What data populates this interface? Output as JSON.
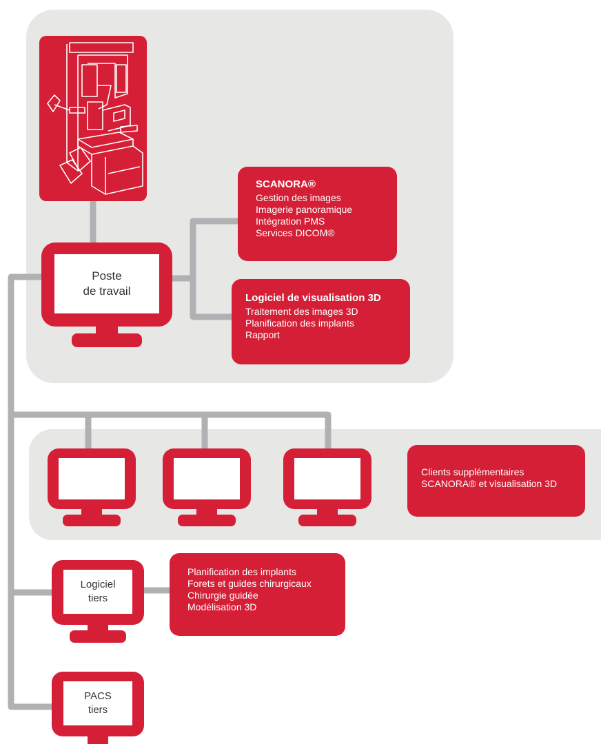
{
  "colors": {
    "accent_red": "#d51f36",
    "panel_gray": "#e7e7e6",
    "connector_gray": "#b0b1b3",
    "screen_text": "#333333"
  },
  "icons": {
    "machine": "dental-cbct-scanner-icon",
    "monitor": "computer-monitor-icon"
  },
  "workstation": {
    "line1": "Poste",
    "line2": "de travail"
  },
  "scanora_box": {
    "title": "SCANORA®",
    "lines": [
      "Gestion des images",
      "Imagerie panoramique",
      "Intégration PMS",
      "Services DICOM®"
    ]
  },
  "viewer_box": {
    "title": "Logiciel de visualisation 3D",
    "lines": [
      "Traitement des images 3D",
      "Planification des implants",
      "Rapport"
    ]
  },
  "clients_box": {
    "lines": [
      "Clients supplémentaires",
      "SCANORA® et visualisation 3D"
    ]
  },
  "third_party_software": {
    "line1": "Logiciel",
    "line2": "tiers"
  },
  "third_party_box": {
    "lines": [
      "Planification des implants",
      "Forets et guides chirurgicaux",
      "Chirurgie guidée",
      "Modélisation 3D"
    ]
  },
  "pacs": {
    "line1": "PACS",
    "line2": "tiers"
  }
}
